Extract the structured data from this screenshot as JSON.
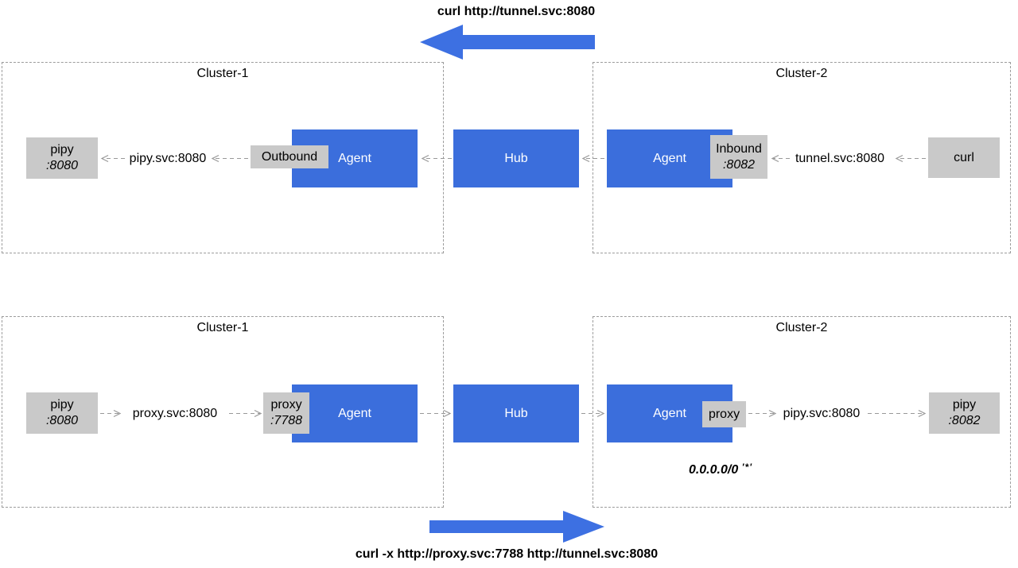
{
  "colors": {
    "accent_blue": "#3b6edc",
    "arrow_blue": "#3d70e2",
    "node_gray": "#c9c9c9",
    "line_gray": "#999999",
    "border_gray": "#9b9b9b",
    "text_black": "#000000"
  },
  "top_flow": {
    "caption": "curl http://tunnel.svc:8080",
    "direction": "left",
    "cluster1": {
      "title": "Cluster-1",
      "pipy_node": {
        "name": "pipy",
        "port": ":8080"
      },
      "service": "pipy.svc:8080",
      "agent_tag": "Outbound",
      "agent": "Agent"
    },
    "hub": "Hub",
    "cluster2": {
      "title": "Cluster-2",
      "agent": "Agent",
      "agent_tag": {
        "name": "Inbound",
        "port": ":8082"
      },
      "service": "tunnel.svc:8080",
      "client": "curl"
    }
  },
  "bottom_flow": {
    "caption": "curl -x http://proxy.svc:7788 http://tunnel.svc:8080",
    "direction": "right",
    "cluster1": {
      "title": "Cluster-1",
      "pipy_node": {
        "name": "pipy",
        "port": ":8080"
      },
      "service": "proxy.svc:8080",
      "agent_tag": {
        "name": "proxy",
        "port": ":7788"
      },
      "agent": "Agent"
    },
    "hub": "Hub",
    "cluster2": {
      "title": "Cluster-2",
      "agent": "Agent",
      "agent_tag": "proxy",
      "service": "pipy.svc:8080",
      "pipy_node": {
        "name": "pipy",
        "port": ":8082"
      },
      "annotation": {
        "cidr": "0.0.0.0/0",
        "wildcard": "'*'"
      }
    }
  }
}
